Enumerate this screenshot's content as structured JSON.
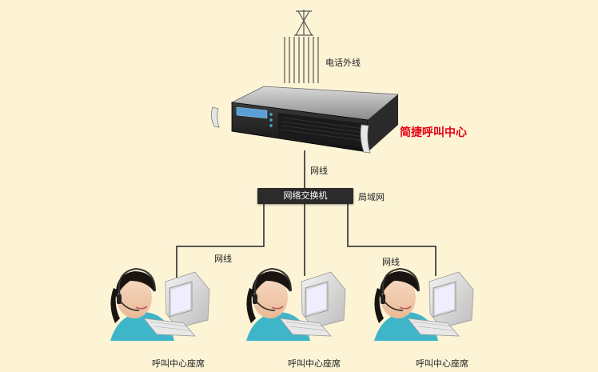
{
  "labels": {
    "phone_line": "电话外线",
    "brand": "简捷呼叫中心",
    "network_cable_top": "网线",
    "switch": "网络交换机",
    "lan": "局域网",
    "network_cable_left": "网线",
    "network_cable_right": "网线",
    "seats": [
      "呼叫中心座席",
      "呼叫中心座席",
      "呼叫中心座席"
    ]
  },
  "colors": {
    "background": "#fdf4d6",
    "brand": "#e60012",
    "lines": "#222222",
    "switch": "#2b2b2b"
  },
  "icons": [
    "antenna-icon",
    "rack-server-icon",
    "network-switch-icon",
    "agent-headset-icon",
    "desktop-computer-icon"
  ]
}
